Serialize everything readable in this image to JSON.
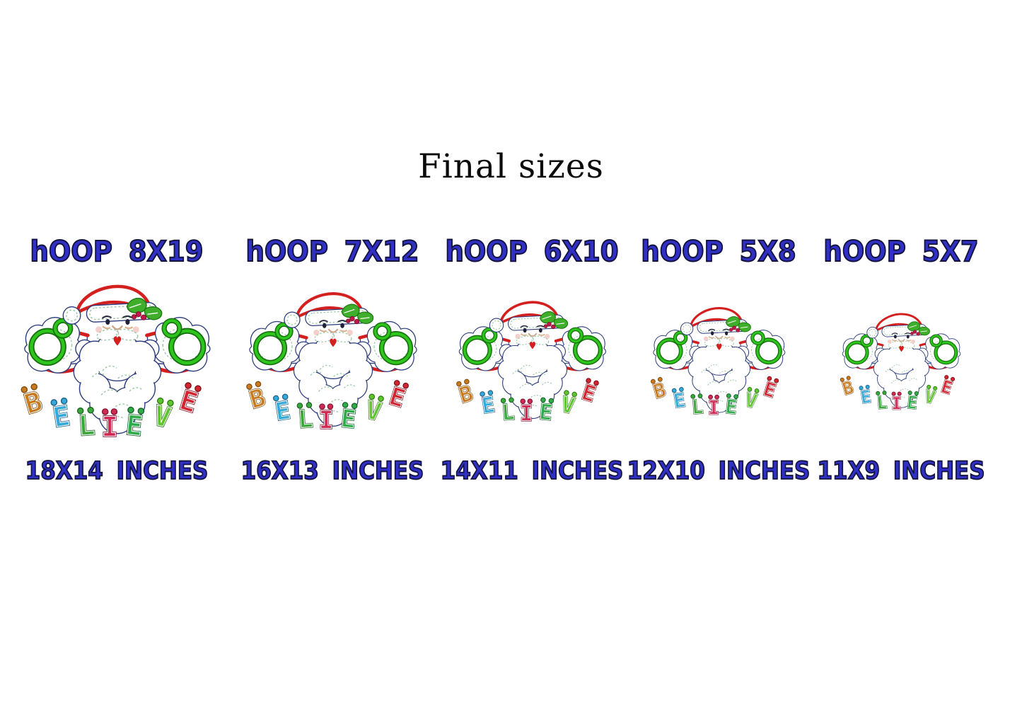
{
  "title": "Final sizes",
  "columns": [
    {
      "hoop": "hOOP 8X19",
      "size": "18X14 INCHES"
    },
    {
      "hoop": "hOOP 7X12",
      "size": "16X13 INCHES"
    },
    {
      "hoop": "hOOP 6X10",
      "size": "14X11 INCHES"
    },
    {
      "hoop": "hOOP 5X8",
      "size": "12X10 INCHES"
    },
    {
      "hoop": "hOOP 5X7",
      "size": "11X9 INCHES"
    }
  ],
  "believe": {
    "word": "BELIEVE",
    "letters": [
      {
        "char": "B",
        "color": "#c97a1f",
        "outline": "#7e4a0e"
      },
      {
        "char": "E",
        "color": "#35a9da",
        "outline": "#1a6084"
      },
      {
        "char": "L",
        "color": "#3aa83a",
        "outline": "#1d6420"
      },
      {
        "char": "I",
        "color": "#cf2b55",
        "outline": "#7c1430"
      },
      {
        "char": "E",
        "color": "#2fab49",
        "outline": "#176128"
      },
      {
        "char": "V",
        "color": "#5ec52f",
        "outline": "#2f7a12"
      },
      {
        "char": "E",
        "color": "#d22531",
        "outline": "#7d1018"
      }
    ]
  },
  "colors": {
    "label_blue": "#3030c4",
    "label_outline": "#12123c",
    "santa_red": "#d41f1f",
    "ring_green": "#2ec41e",
    "ring_green_dark": "#156e0c",
    "holly_green": "#3fae2a",
    "berry_red": "#c01848",
    "stitch_sage": "#9cc9a8",
    "outline_navy": "#2a3a7a",
    "background": "#ffffff"
  }
}
